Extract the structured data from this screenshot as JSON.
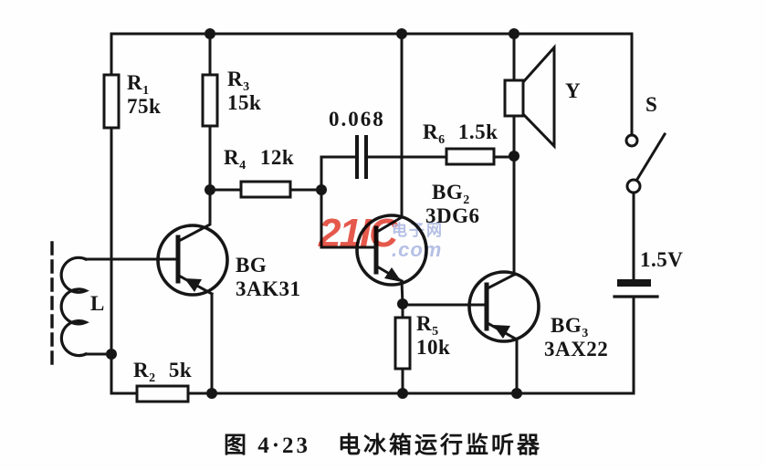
{
  "figure": {
    "number": "图 4·23",
    "title": "电冰箱运行监听器"
  },
  "watermark": {
    "brand": "21IC",
    "site": "电子网",
    "domain": ".com",
    "brand_color": "#e23a2c",
    "site_color": "#a9b6e2"
  },
  "components": {
    "r1": {
      "sym": "R",
      "sub": "1",
      "val": "75k"
    },
    "r2": {
      "sym": "R",
      "sub": "2",
      "val": "5k"
    },
    "r3": {
      "sym": "R",
      "sub": "3",
      "val": "15k"
    },
    "r4": {
      "sym": "R",
      "sub": "4",
      "val": "12k"
    },
    "r5": {
      "sym": "R",
      "sub": "5",
      "val": "10k"
    },
    "r6": {
      "sym": "R",
      "sub": "6",
      "val": "1.5k"
    },
    "c1": {
      "val": "0.068"
    },
    "bg1": {
      "sym": "BG",
      "val": "3AK31"
    },
    "bg2": {
      "sym": "BG",
      "sub": "2",
      "val": "3DG6"
    },
    "bg3": {
      "sym": "BG",
      "sub": "3",
      "val": "3AX22"
    },
    "inductor": {
      "sym": "L"
    },
    "speaker": {
      "sym": "Y"
    },
    "switch": {
      "sym": "S"
    },
    "battery": {
      "val": "1.5V"
    }
  }
}
